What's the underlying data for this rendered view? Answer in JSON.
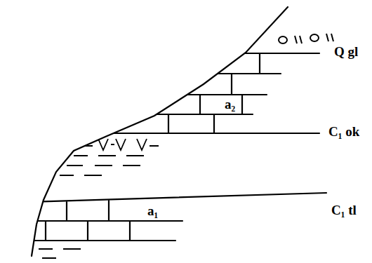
{
  "diagram": {
    "labels": [
      "Q gl",
      "a₂",
      "C₁ ok",
      "a₁",
      "C₁ tl"
    ]
  }
}
